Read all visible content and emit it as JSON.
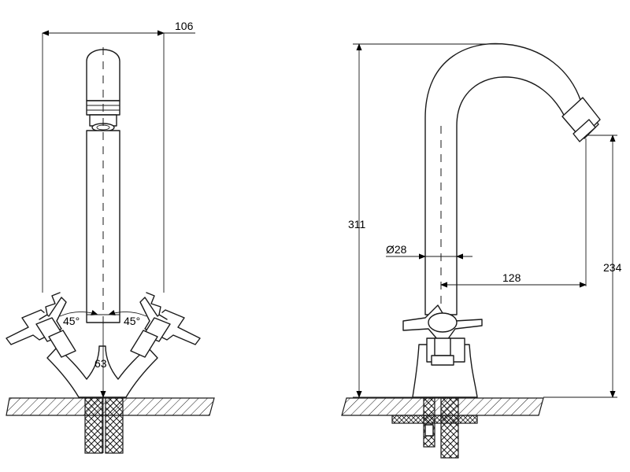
{
  "front_view": {
    "dimensions": {
      "width": "106",
      "height": "63",
      "angle_left": "45°",
      "angle_right": "45°"
    }
  },
  "side_view": {
    "dimensions": {
      "total_height": "311",
      "spout_height": "234",
      "diameter": "Ø28",
      "reach": "128"
    }
  }
}
